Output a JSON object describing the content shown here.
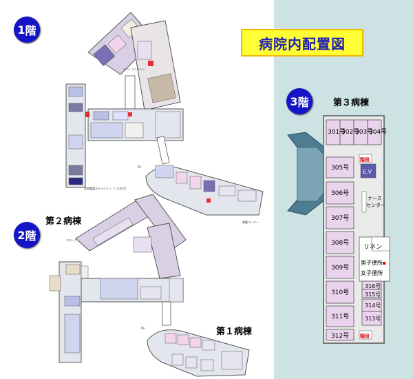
{
  "title": "病院内配置図",
  "floors": {
    "f1": {
      "num": "1",
      "kanji": "階"
    },
    "f2": {
      "num": "2",
      "kanji": "階"
    },
    "f3": {
      "num": "3",
      "kanji": "階"
    }
  },
  "wards": {
    "ward1": "第１病棟",
    "ward2": "第２病棟",
    "ward3": "第３病棟"
  },
  "floor3": {
    "top_rooms": [
      "301号",
      "302号",
      "303号",
      "304号"
    ],
    "stairs_top": "階段",
    "ev": "E.V",
    "left_rooms": [
      "305号",
      "306号",
      "307号",
      "308号",
      "309号",
      "310号",
      "311号",
      "312号"
    ],
    "nurse_station": "ナース\nセンター",
    "linen": "リネン",
    "mens_toilet": "男子便所",
    "womens_toilet": "女子便所",
    "right_rooms": [
      "316号",
      "315号",
      "314号",
      "313号"
    ],
    "stairs_bottom": "階段"
  },
  "floor1_labels": {
    "nurse_station_small": "訪問看護ステーション（こもれび）",
    "coin_laundry": "コイン\nランドリー",
    "ps": "PS",
    "smoking": "喫煙コーナー"
  },
  "floor2_labels": {
    "slope": "スロープ",
    "ps": "PS"
  }
}
